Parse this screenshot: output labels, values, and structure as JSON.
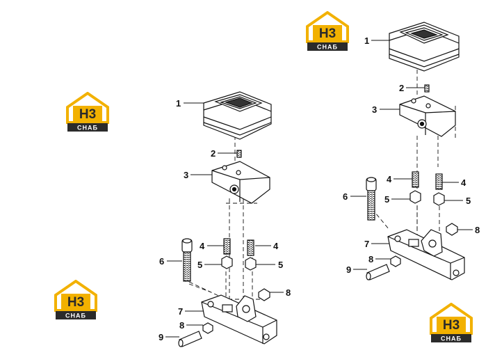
{
  "brand": {
    "mark": "H3",
    "sub": "CHAБ",
    "colors": {
      "accent": "#f2b100",
      "dark": "#2b2b2b",
      "text_on_accent": "#ffffff"
    }
  },
  "callouts": {
    "left": [
      "1",
      "2",
      "3",
      "4",
      "4",
      "5",
      "5",
      "6",
      "7",
      "8",
      "8",
      "9"
    ],
    "right": [
      "1",
      "2",
      "3",
      "4",
      "4",
      "5",
      "5",
      "6",
      "7",
      "8",
      "8",
      "9"
    ]
  }
}
